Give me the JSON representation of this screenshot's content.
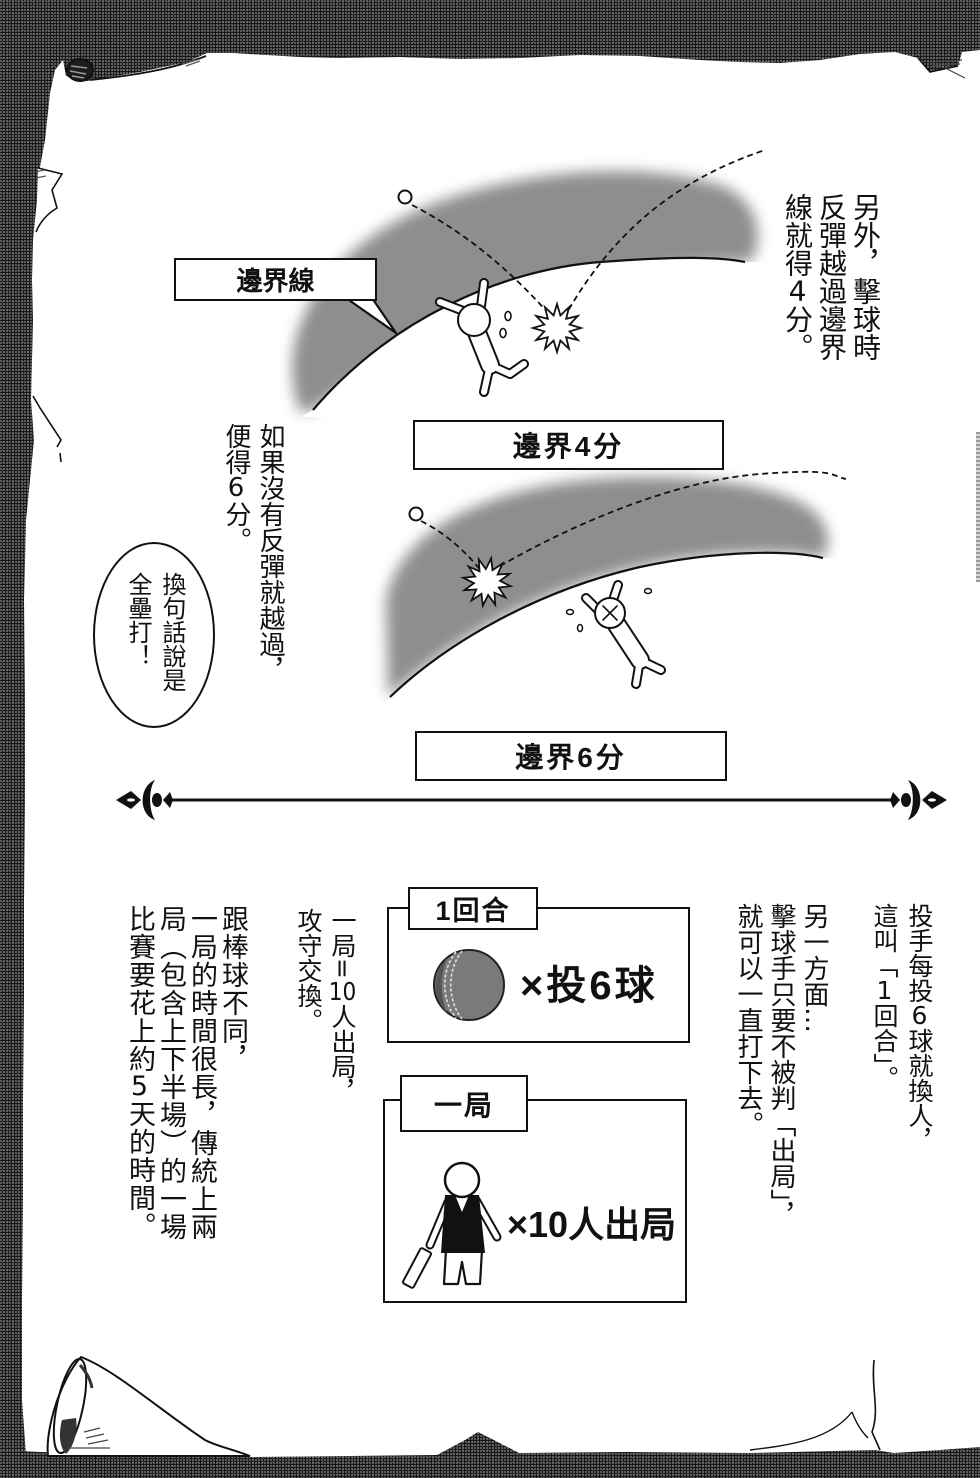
{
  "diagram_boundary": {
    "label": "邊界線"
  },
  "captions": {
    "boundary_four": "邊界4分",
    "boundary_six": "邊界6分"
  },
  "narration": {
    "bounce_four": [
      "另外，擊球時",
      "反彈越過邊界",
      "線就得4分。"
    ],
    "no_bounce_six": [
      "如果沒有反彈就越過，",
      "便得6分。"
    ],
    "over_rule": [
      "投手每投6球就換人，",
      "這叫「1回合」。"
    ],
    "batsman_rule": [
      "另一方面…",
      "擊球手只要不被判「出局」，",
      "就可以一直打下去。"
    ],
    "innings_rule": [
      "一局=10人出局，",
      "攻守交換。"
    ],
    "match_length": [
      "跟棒球不同，",
      "一局的時間很長，傳統上兩",
      "局（包含上下半場）的一場",
      "比賽要花上約5天的時間。"
    ]
  },
  "speech_bubble": [
    "換句話說是",
    "全壘打！"
  ],
  "over_box": {
    "tab": "1回合",
    "text": "×投6球",
    "icon": "cricket-ball"
  },
  "innings_box": {
    "tab": "一局",
    "text": "×10人出局",
    "icon": "batsman-figure"
  },
  "icons": {
    "ball": "ball-icon",
    "bounce": "starburst-icon",
    "fielder": "fielder-figure",
    "divider": "fleur-divider"
  },
  "colors": {
    "ink": "#111111",
    "paper": "#ffffff",
    "shade": "#8e8e8e",
    "frame": "#161616"
  }
}
